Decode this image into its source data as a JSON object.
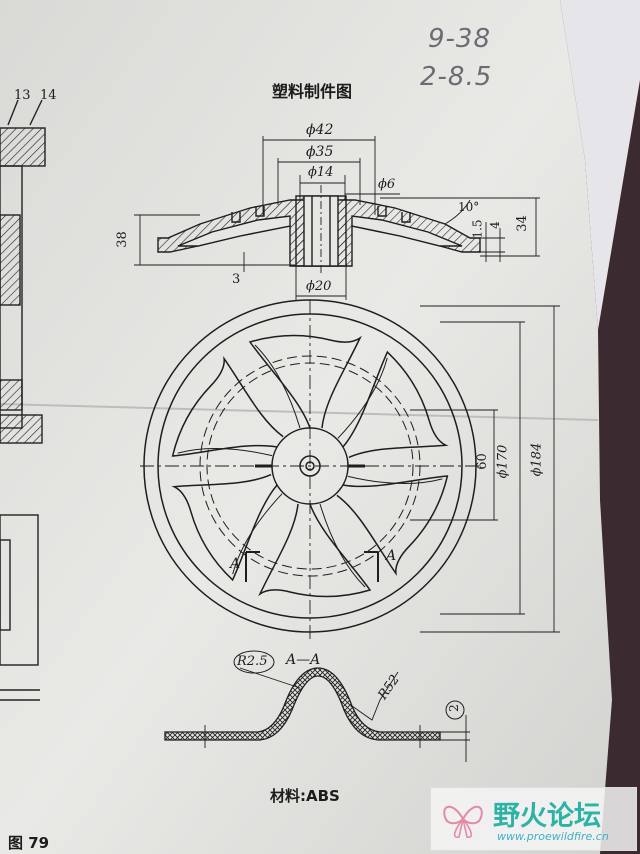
{
  "drawing": {
    "title": "塑料制件图",
    "material": "材料:ABS",
    "figure": "图  79",
    "part_numbers": [
      "13",
      "14"
    ],
    "handwritten": [
      "9-38",
      "2-8.5"
    ]
  },
  "section_view": {
    "dims": {
      "d42": "ϕ42",
      "d35": "ϕ35",
      "d14": "ϕ14",
      "d6": "ϕ6",
      "d20": "ϕ20",
      "h38": "38",
      "h3": "3",
      "angle": "10°",
      "h1_5": "1.5",
      "h4": "4",
      "h34": "34"
    }
  },
  "plan_view": {
    "dims": {
      "r60": "60",
      "d170": "ϕ170",
      "d184": "ϕ184"
    },
    "section_mark_left": "A",
    "section_mark_right": "A"
  },
  "detail_aa": {
    "label": "A—A",
    "r25": "R2.5",
    "r52": "R52",
    "thickness": "2"
  },
  "watermark": {
    "name": "野火论坛",
    "url": "www.proewildfire.cn"
  }
}
